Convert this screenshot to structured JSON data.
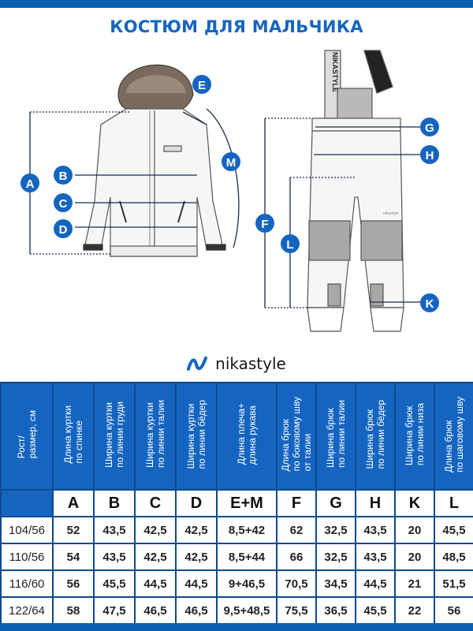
{
  "title": "КОСТЮМ ДЛЯ МАЛЬЧИКА",
  "brand": {
    "name": "nikastyle",
    "logo_icon": "nikastyle-logo-icon",
    "color": "#1565c0"
  },
  "colors": {
    "accent": "#1565c0",
    "table_border": "#0b4a8f"
  },
  "markers": {
    "A": "A",
    "B": "B",
    "C": "C",
    "D": "D",
    "E": "E",
    "M": "M",
    "F": "F",
    "G": "G",
    "H": "H",
    "L": "L",
    "K": "K"
  },
  "strap_text": "NIKASTYLE",
  "pants_label": "nikastyle",
  "table": {
    "corner_header": "Рост/\nразмер, см",
    "columns": [
      {
        "header": "Длина куртки\nпо спинке",
        "letter": "A"
      },
      {
        "header": "Ширина куртки\nпо линии груди",
        "letter": "B"
      },
      {
        "header": "Ширина куртки\nпо линии талии",
        "letter": "C"
      },
      {
        "header": "Ширина куртки\nпо линии бёдер",
        "letter": "D"
      },
      {
        "header": "Длина плеча+\nдлина рукава",
        "letter": "E+M"
      },
      {
        "header": "Длина брюк\nпо боковому шву\nот талии",
        "letter": "F"
      },
      {
        "header": "Ширина брюк\nпо линии талии",
        "letter": "G"
      },
      {
        "header": "Ширина брюк\nпо линии бёдер",
        "letter": "H"
      },
      {
        "header": "Ширина брюк\nпо линии низа",
        "letter": "K"
      },
      {
        "header": "Длина брюк\nпо шаговому шву",
        "letter": "L"
      }
    ],
    "rows": [
      {
        "size": "104/56",
        "values": [
          "52",
          "43,5",
          "42,5",
          "42,5",
          "8,5+42",
          "62",
          "32,5",
          "43,5",
          "20",
          "45,5"
        ]
      },
      {
        "size": "110/56",
        "values": [
          "54",
          "43,5",
          "42,5",
          "42,5",
          "8,5+44",
          "66",
          "32,5",
          "43,5",
          "20",
          "48,5"
        ]
      },
      {
        "size": "116/60",
        "values": [
          "56",
          "45,5",
          "44,5",
          "44,5",
          "9+46,5",
          "70,5",
          "34,5",
          "44,5",
          "21",
          "51,5"
        ]
      },
      {
        "size": "122/64",
        "values": [
          "58",
          "47,5",
          "46,5",
          "46,5",
          "9,5+48,5",
          "75,5",
          "36,5",
          "45,5",
          "22",
          "56"
        ]
      }
    ]
  }
}
